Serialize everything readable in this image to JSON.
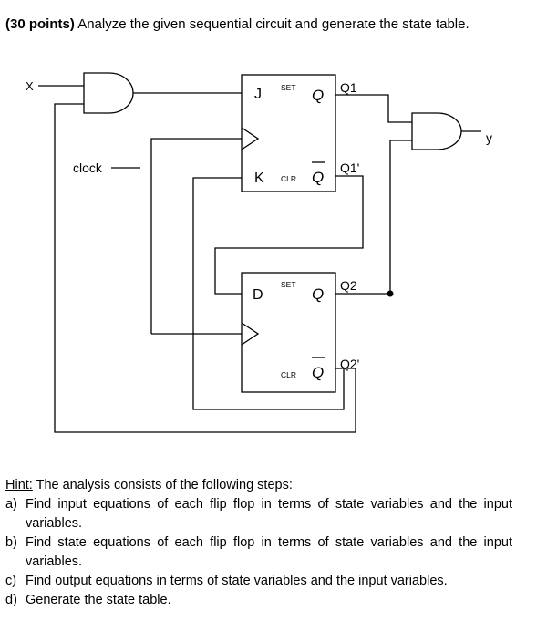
{
  "heading": {
    "points": "(30 points)",
    "text": "Analyze the given sequential circuit and generate the state table."
  },
  "circuit": {
    "input_x": "X",
    "clock": "clock",
    "output_y": "y",
    "ff1": {
      "j": "J",
      "k": "K",
      "set": "SET",
      "clr": "CLR",
      "q": "Q",
      "qbar": "Q",
      "q_out": "Q1",
      "qbar_out": "Q1'"
    },
    "ff2": {
      "d": "D",
      "set": "SET",
      "clr": "CLR",
      "q": "Q",
      "qbar": "Q",
      "q_out": "Q2",
      "qbar_out": "Q2'"
    }
  },
  "hint": {
    "label": "Hint:",
    "text": " The analysis consists of the following steps:",
    "steps": [
      {
        "letter": "a)",
        "text": "Find input equations of each flip flop in terms of state variables and the input variables."
      },
      {
        "letter": "b)",
        "text": "Find state equations of each flip flop in terms of state variables and the input variables."
      },
      {
        "letter": "c)",
        "text": "Find output equations in terms of state variables and the input variables."
      },
      {
        "letter": "d)",
        "text": "Generate the state table."
      }
    ]
  }
}
